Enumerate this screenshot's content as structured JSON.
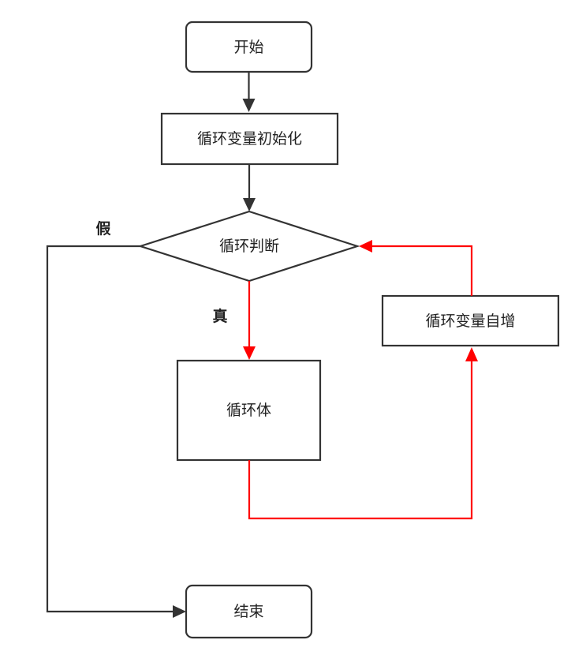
{
  "nodes": {
    "start": "开始",
    "init": "循环变量初始化",
    "condition": "循环判断",
    "body": "循环体",
    "increment": "循环变量自增",
    "end": "结束"
  },
  "edge_labels": {
    "false": "假",
    "true": "真"
  },
  "colors": {
    "flow": "#333333",
    "loop": "#ff0000",
    "background": "#ffffff"
  }
}
